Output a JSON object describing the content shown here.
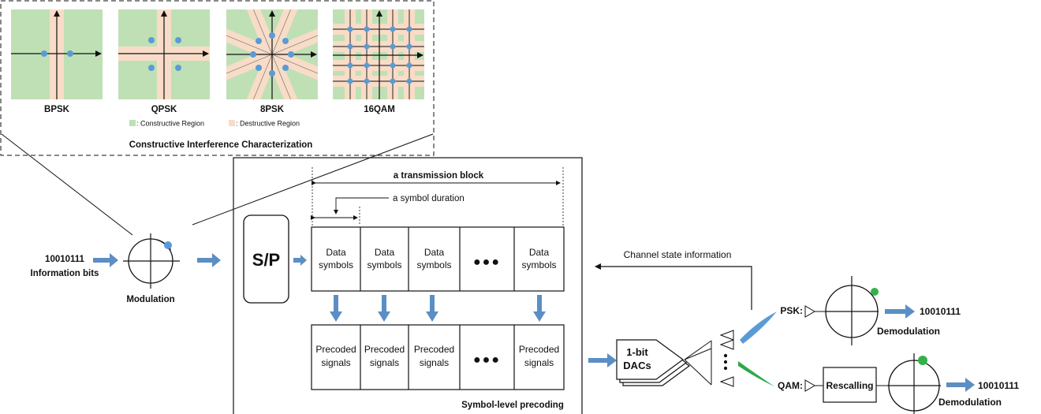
{
  "constellations": {
    "bpsk": "BPSK",
    "qpsk": "QPSK",
    "psk8": "8PSK",
    "qam16": "16QAM"
  },
  "legend": {
    "constructive": ": Constructive Region",
    "destructive": ": Destructive Region"
  },
  "panel_title": "Constructive Interference Characterization",
  "input": {
    "bits": "10010111",
    "bits_label": "Information bits",
    "modulation": "Modulation"
  },
  "sp_label": "S/P",
  "block": {
    "transmission_block": "a transmission block",
    "symbol_duration": "a symbol duration",
    "data_line1": "Data",
    "data_line2": "symbols",
    "precoded_line1": "Precoded",
    "precoded_line2": "signals",
    "ellipsis": "●●●",
    "caption": "Symbol-level precoding"
  },
  "feedback": "Channel state information",
  "dac": {
    "line1": "1-bit",
    "line2": "DACs"
  },
  "receivers": {
    "psk_label": "PSK:",
    "qam_label": "QAM:",
    "rescaling": "Rescalling",
    "demodulation": "Demodulation",
    "psk_output": "10010111",
    "qam_output": "10010111"
  },
  "colors": {
    "constructive": "#bfe0b5",
    "destructive": "#f8dcc8",
    "symbol_point": "#5b9bd5",
    "arrow": "#5b8fc4",
    "received_point": "#33b24a",
    "psk_beam": "#5b9bd5",
    "qam_beam": "#2ea84a"
  }
}
